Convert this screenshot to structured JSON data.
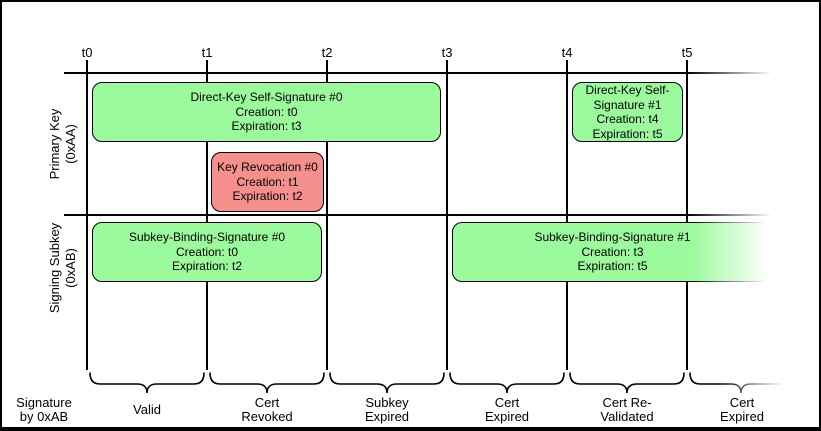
{
  "timeline": {
    "ticks": [
      "t0",
      "t1",
      "t2",
      "t3",
      "t4",
      "t5"
    ]
  },
  "rows": {
    "primary": {
      "name": "Primary Key",
      "id": "(0xAA)"
    },
    "subkey": {
      "name": "Signing Subkey",
      "id": "(0xAB)"
    }
  },
  "boxes": {
    "direct_key_self_signature_0": {
      "title": "Direct-Key Self-Signature #0",
      "creation": "Creation: t0",
      "expiration": "Expiration: t3"
    },
    "key_revocation_0": {
      "title": "Key Revocation #0",
      "creation": "Creation: t1",
      "expiration": "Expiration: t2"
    },
    "direct_key_self_signature_1": {
      "title": "Direct-Key Self-Signature #1",
      "creation": "Creation: t4",
      "expiration": "Expiration: t5"
    },
    "subkey_binding_signature_0": {
      "title": "Subkey-Binding-Signature #0",
      "creation": "Creation: t0",
      "expiration": "Expiration: t2"
    },
    "subkey_binding_signature_1": {
      "title": "Subkey-Binding-Signature #1",
      "creation": "Creation: t3",
      "expiration": "Expiration: t5"
    }
  },
  "footer": {
    "axis_label": {
      "line1": "Signature",
      "line2": "by 0xAB"
    },
    "periods": [
      {
        "line1": "Valid",
        "line2": ""
      },
      {
        "line1": "Cert",
        "line2": "Revoked"
      },
      {
        "line1": "Subkey",
        "line2": "Expired"
      },
      {
        "line1": "Cert",
        "line2": "Expired"
      },
      {
        "line1": "Cert Re-",
        "line2": "Validated"
      },
      {
        "line1": "Cert",
        "line2": "Expired"
      }
    ]
  },
  "colors": {
    "valid_fill": "#9BFA9B",
    "revoked_fill": "#F5908C",
    "line": "#000000"
  }
}
